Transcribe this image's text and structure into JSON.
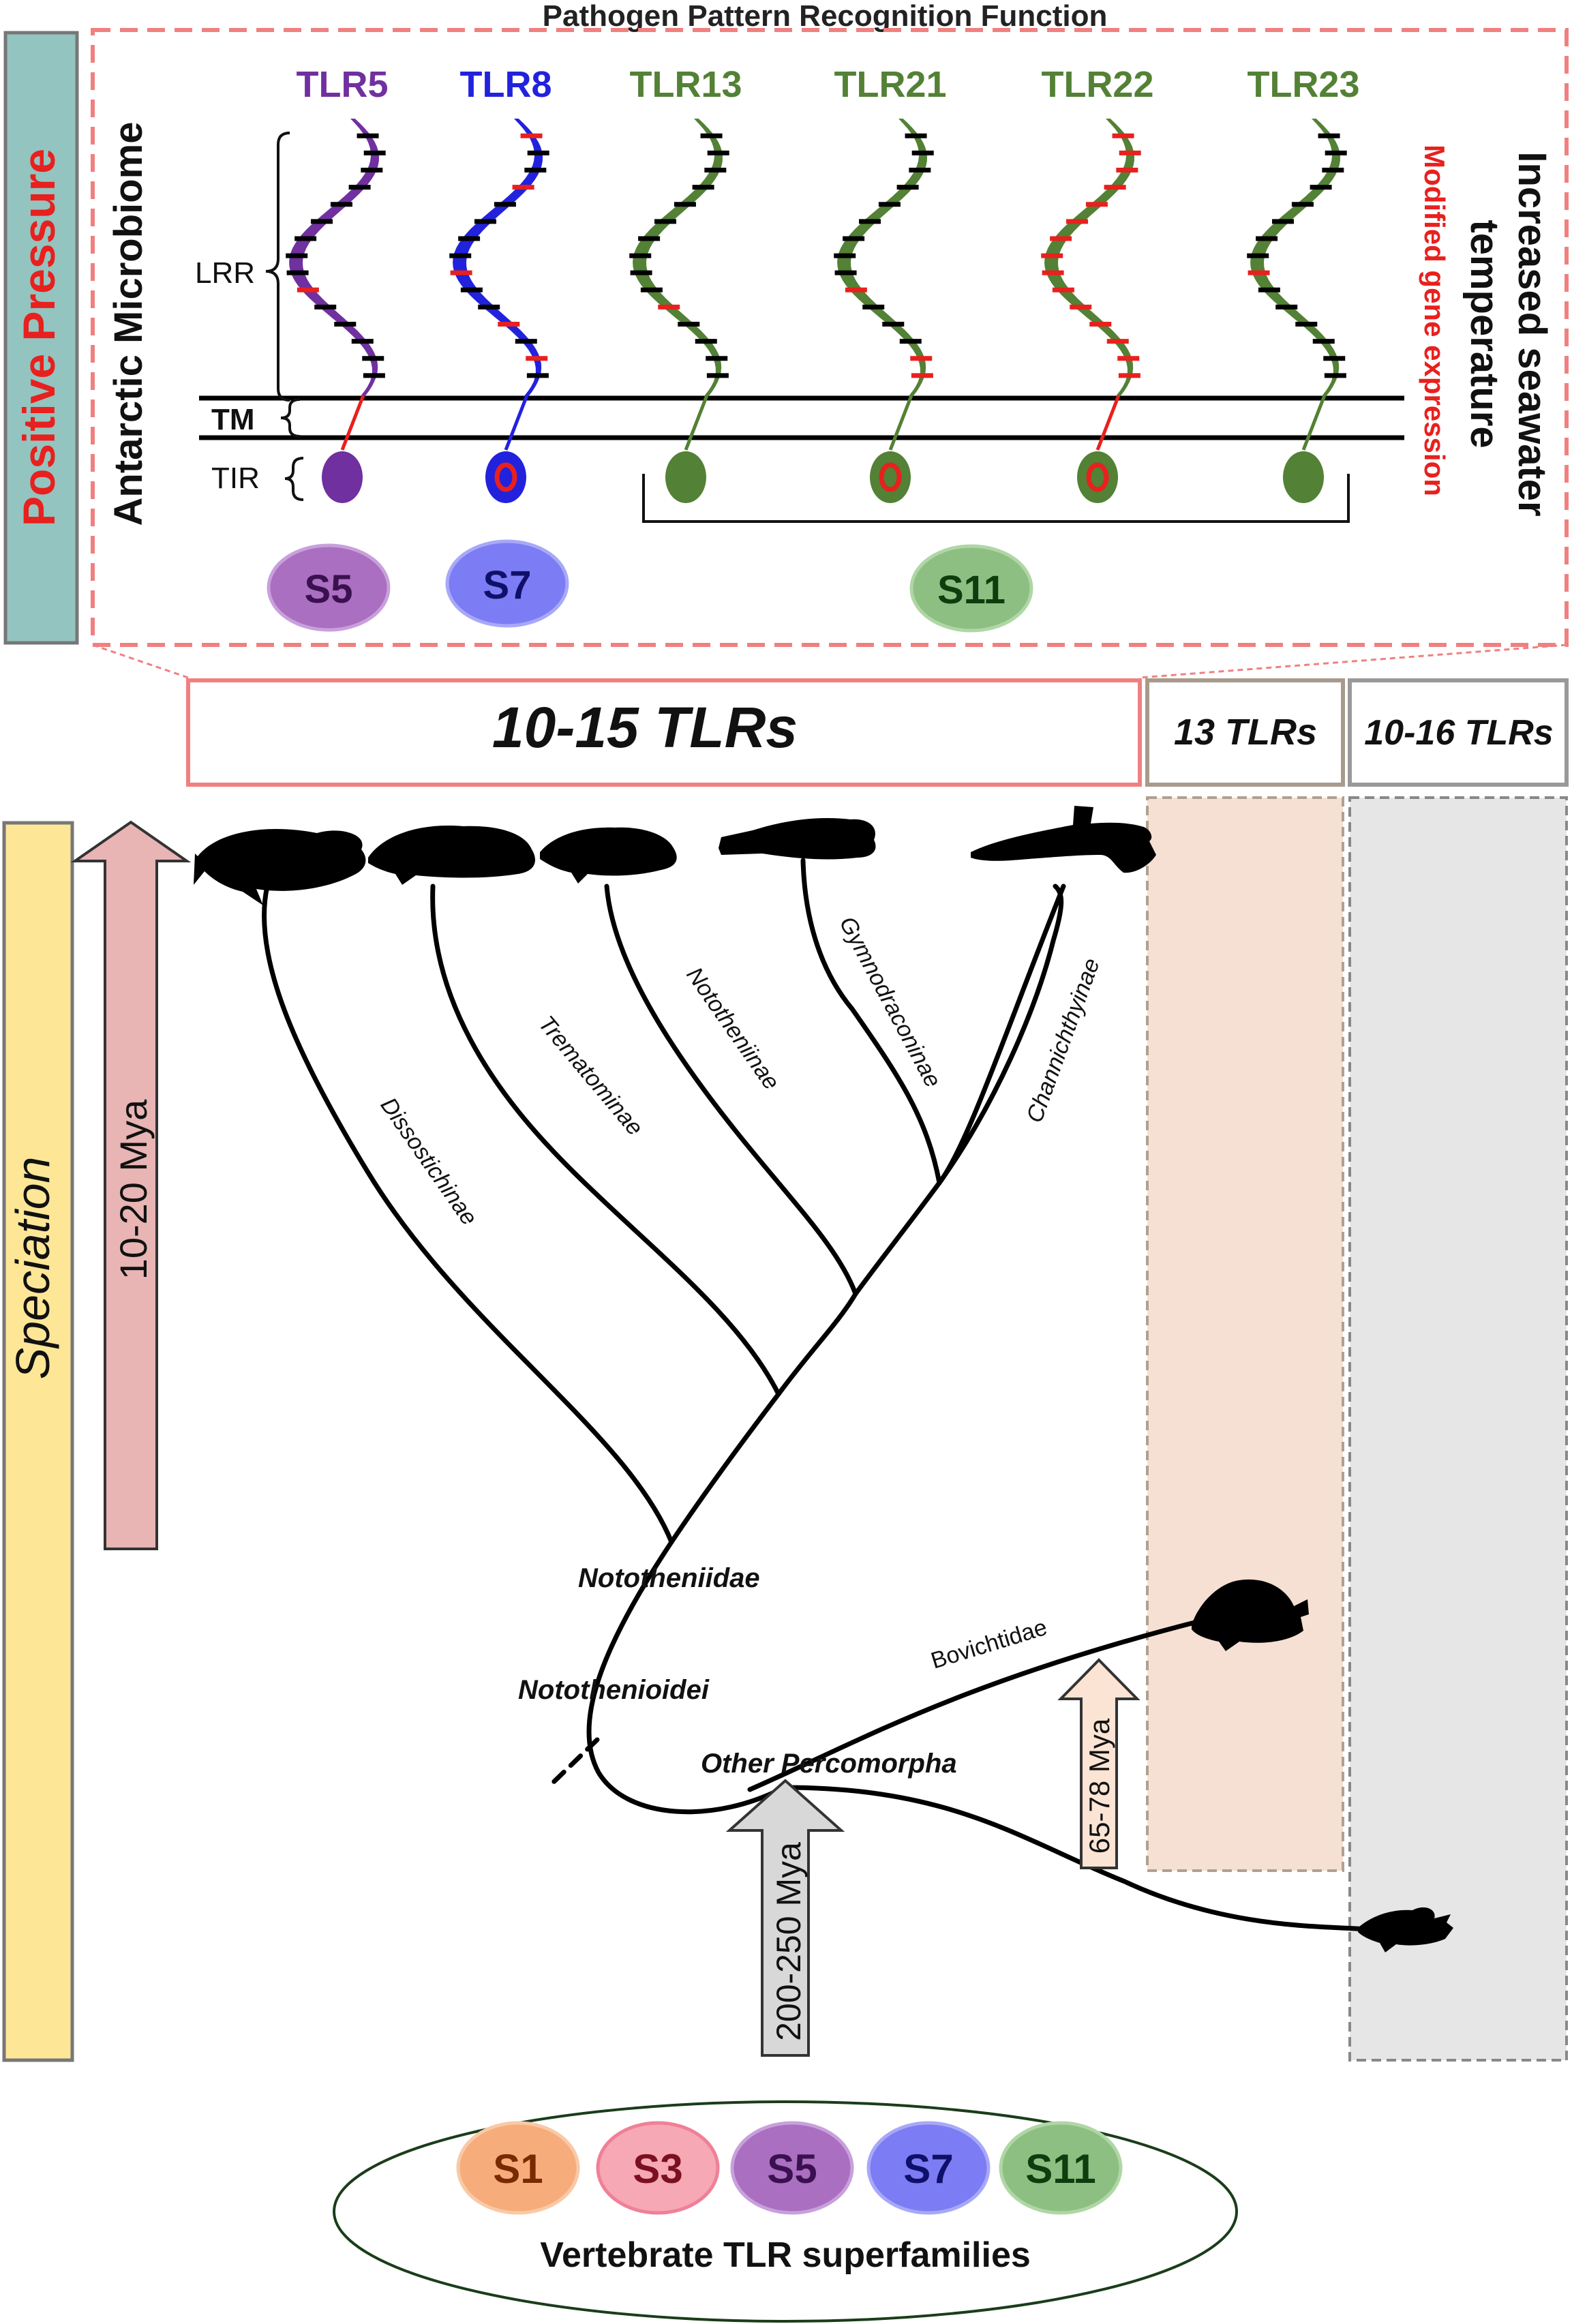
{
  "top_title": "Pathogen Pattern Recognition Function",
  "positive_pressure": "Positive Pressure",
  "antarctic_microbiome": "Antarctic Microbiome",
  "right_label_line1": "Increased seawater",
  "right_label_line2": "temperature",
  "right_label_red": "Modified gene expression",
  "domain_labels": {
    "lrr": "LRR",
    "tm": "TM",
    "tir": "TIR"
  },
  "tlrs": [
    {
      "name": "TLR5",
      "color": "#7030a0"
    },
    {
      "name": "TLR8",
      "color": "#2222dd"
    },
    {
      "name": "TLR13",
      "color": "#538135"
    },
    {
      "name": "TLR21",
      "color": "#538135"
    },
    {
      "name": "TLR22",
      "color": "#538135"
    },
    {
      "name": "TLR23",
      "color": "#538135"
    }
  ],
  "superfamily_badges_top": [
    "S5",
    "S7",
    "S11"
  ],
  "count_boxes": [
    "10-15 TLRs",
    "13 TLRs",
    "10-16 TLRs"
  ],
  "speciation": "Speciation",
  "arrow_labels": {
    "left": "10-20 Mya",
    "bottom": "200-250 Mya",
    "bovichtidae": "65-78 Mya"
  },
  "clades": [
    "Dissostichinae",
    "Trematominae",
    "Nototheniinae",
    "Gymnodraconinae",
    "Channichthyinae"
  ],
  "nodes": {
    "nototheniidae": "Nototheniidae",
    "notothenioidei": "Notothenioidei",
    "other": "Other Percomorpha",
    "bovichtidae": "Bovichtidae"
  },
  "vertebrate": {
    "badges": [
      "S1",
      "S3",
      "S5",
      "S7",
      "S11"
    ],
    "caption": "Vertebrate TLR superfamilies"
  },
  "colors": {
    "pink_dash": "#f08080",
    "teal": "#93c4c0",
    "red": "#e8201e",
    "yellow": "#fee697",
    "s1": "#f6ad7b",
    "s3": "#f6a8b4",
    "s5": "#aa6fc0",
    "s7": "#7c7cf4",
    "s11": "#8ebf82"
  }
}
